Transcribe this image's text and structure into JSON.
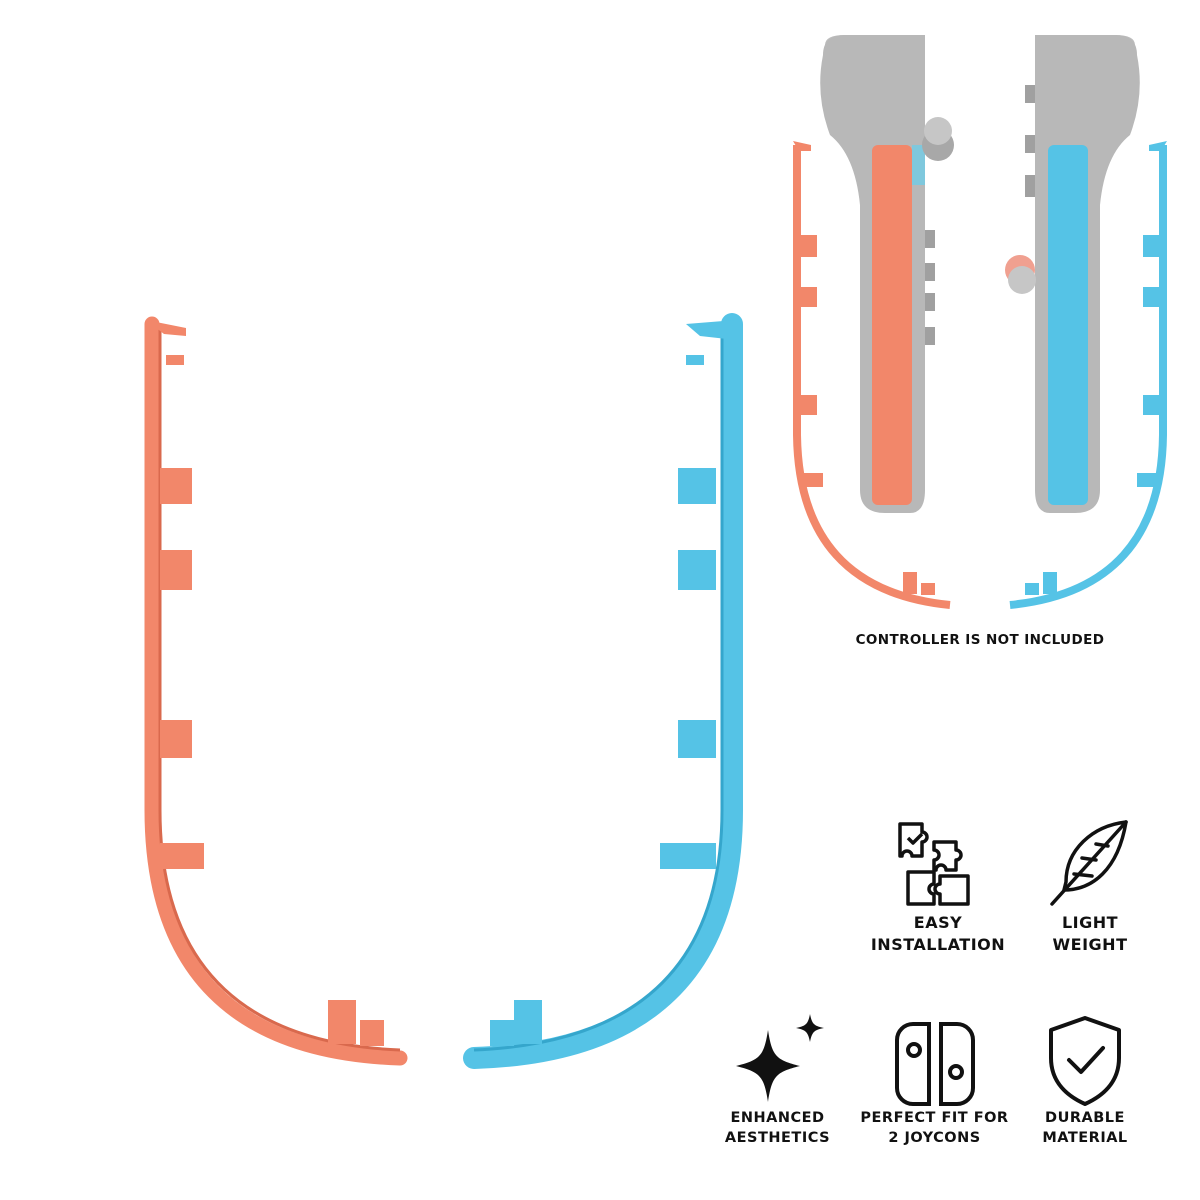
{
  "notice": "CONTROLLER IS NOT INCLUDED",
  "colors": {
    "coral": "#F2876A",
    "coral_dark": "#D9694D",
    "blue": "#55C3E6",
    "blue_dark": "#35A6CC",
    "controller_gray": "#B8B8B8"
  },
  "features": [
    {
      "icon": "puzzle-icon",
      "line1": "EASY",
      "line2": "INSTALLATION"
    },
    {
      "icon": "feather-icon",
      "line1": "LIGHT",
      "line2": "WEIGHT"
    },
    {
      "icon": "sparkle-icon",
      "line1": "ENHANCED",
      "line2": "AESTHETICS"
    },
    {
      "icon": "joycon-icon",
      "line1": "PERFECT FIT FOR",
      "line2": "2 JOYCONS"
    },
    {
      "icon": "shield-check-icon",
      "line1": "DURABLE",
      "line2": "MATERIAL"
    }
  ]
}
